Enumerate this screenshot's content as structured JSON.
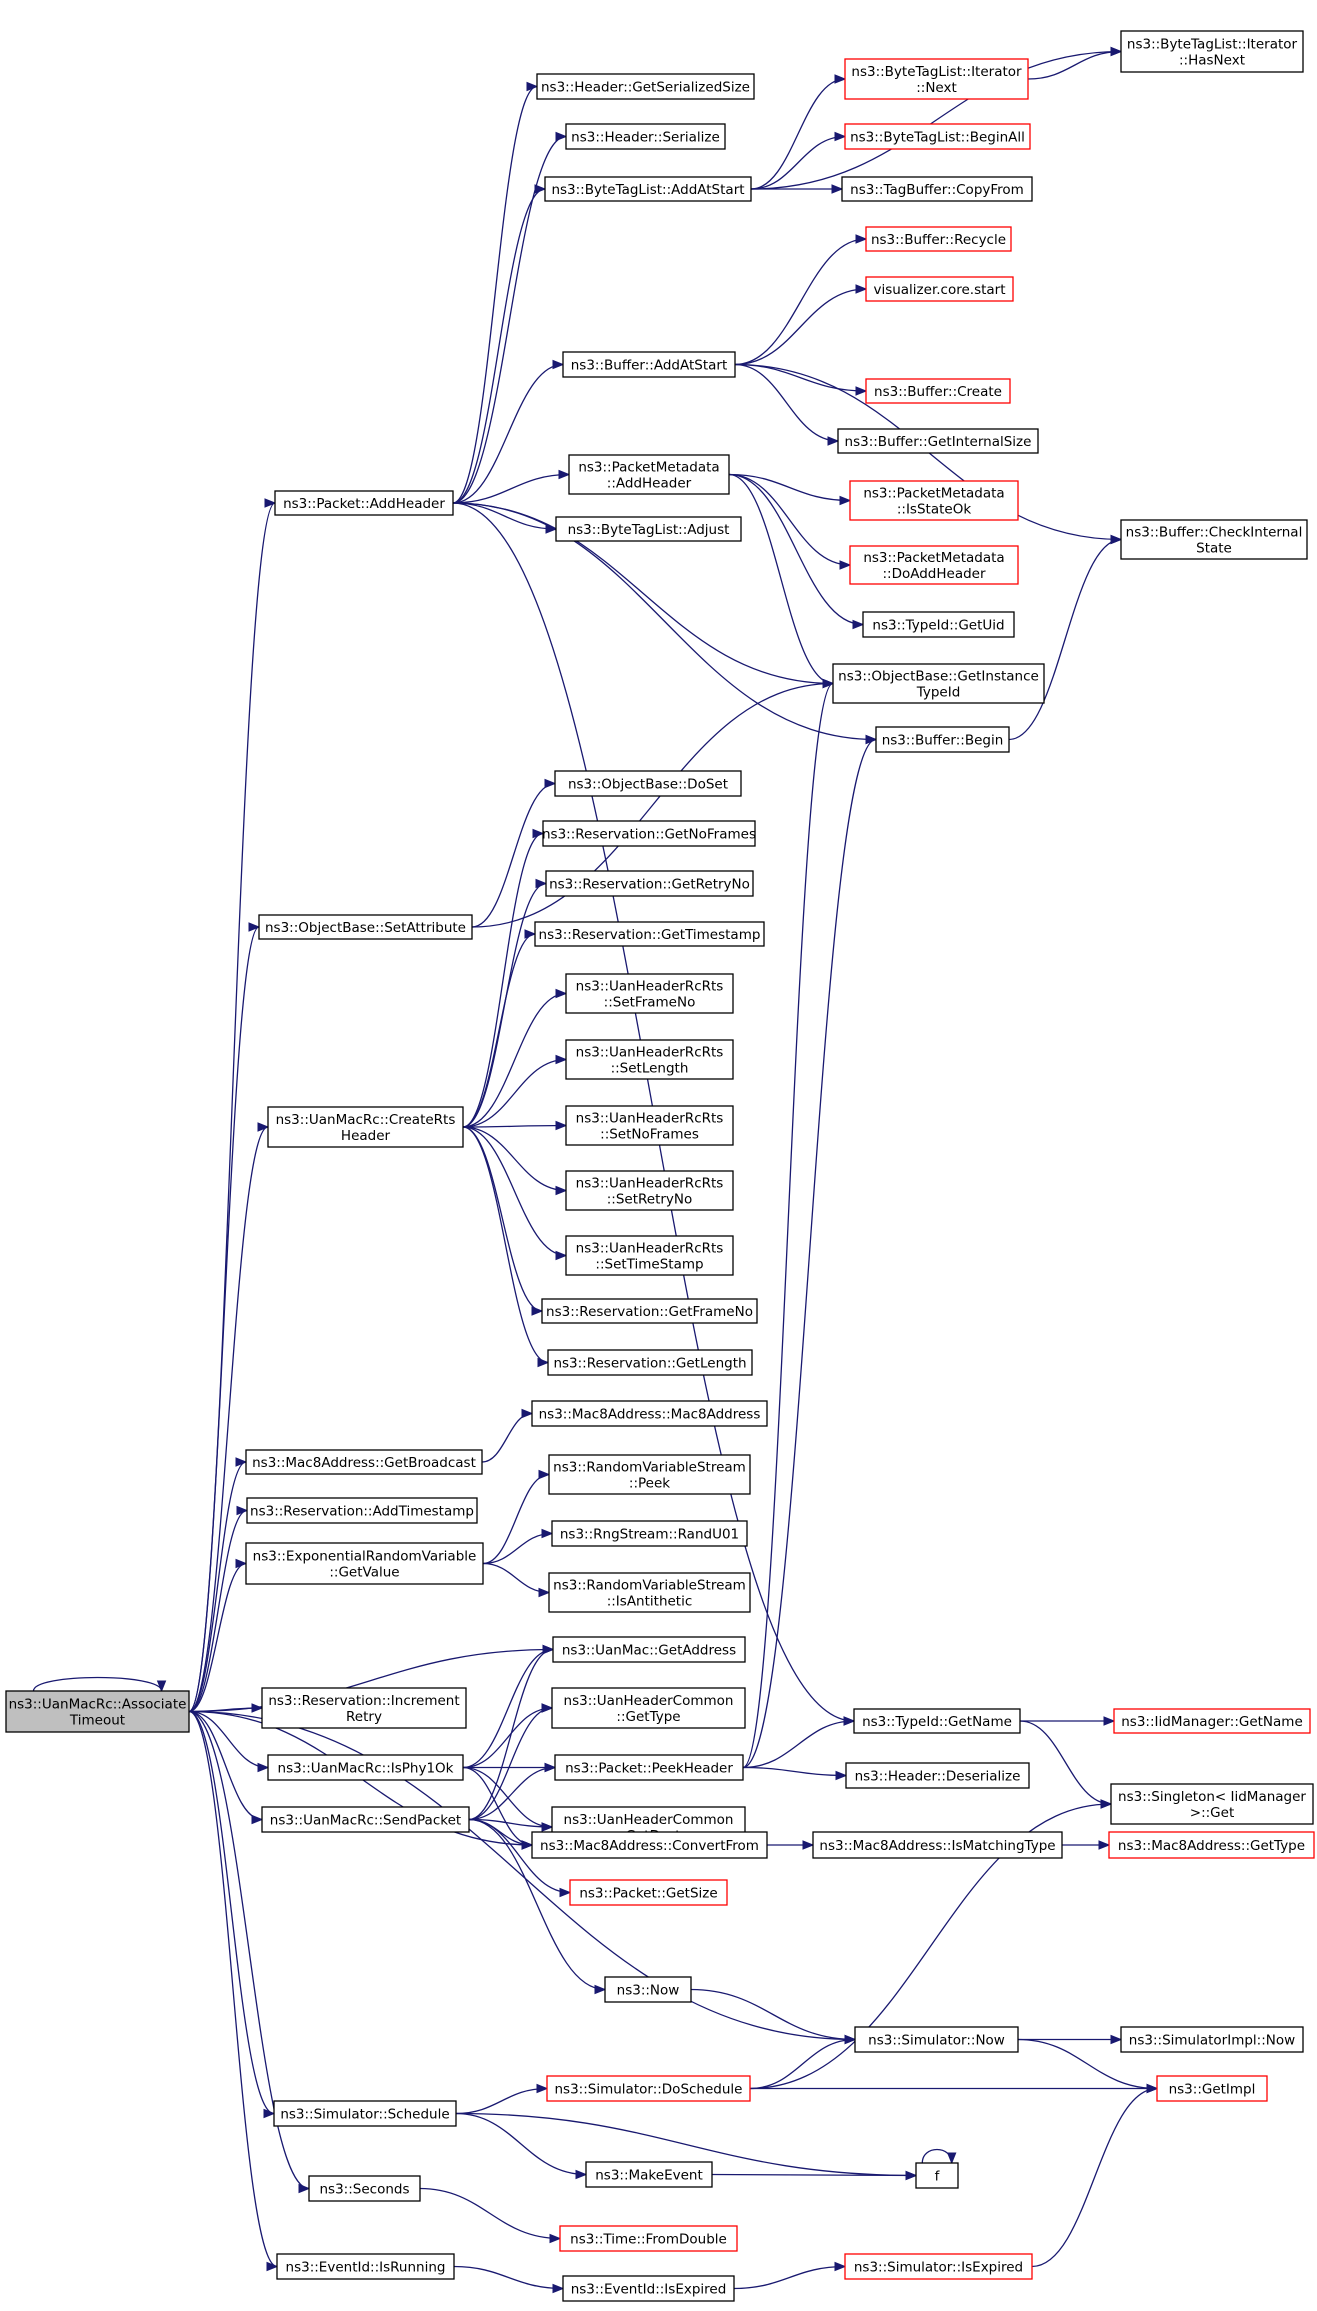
{
  "nodes": [
    {
      "id": "root",
      "lines": [
        "ns3::UanMacRc::Associate",
        "Timeout"
      ],
      "root": true
    },
    {
      "id": "addheader",
      "lines": [
        "ns3::Packet::AddHeader"
      ]
    },
    {
      "id": "getsersize",
      "lines": [
        "ns3::Header::GetSerializedSize"
      ]
    },
    {
      "id": "hserialize",
      "lines": [
        "ns3::Header::Serialize"
      ]
    },
    {
      "id": "btl_addatstart",
      "lines": [
        "ns3::ByteTagList::AddAtStart"
      ]
    },
    {
      "id": "btl_it_next",
      "lines": [
        "ns3::ByteTagList::Iterator",
        "::Next"
      ],
      "red": true
    },
    {
      "id": "btl_it_hasnext",
      "lines": [
        "ns3::ByteTagList::Iterator",
        "::HasNext"
      ]
    },
    {
      "id": "btl_beginall",
      "lines": [
        "ns3::ByteTagList::BeginAll"
      ],
      "red": true
    },
    {
      "id": "tagbuf_copyfrom",
      "lines": [
        "ns3::TagBuffer::CopyFrom"
      ]
    },
    {
      "id": "buf_recycle",
      "lines": [
        "ns3::Buffer::Recycle"
      ],
      "red": true
    },
    {
      "id": "viz_start",
      "lines": [
        "visualizer.core.start"
      ],
      "red": true
    },
    {
      "id": "buf_addatstart",
      "lines": [
        "ns3::Buffer::AddAtStart"
      ]
    },
    {
      "id": "buf_create",
      "lines": [
        "ns3::Buffer::Create"
      ],
      "red": true
    },
    {
      "id": "buf_getinternalsize",
      "lines": [
        "ns3::Buffer::GetInternalSize"
      ]
    },
    {
      "id": "buf_checkinternal",
      "lines": [
        "ns3::Buffer::CheckInternal",
        "State"
      ]
    },
    {
      "id": "pm_addheader",
      "lines": [
        "ns3::PacketMetadata",
        "::AddHeader"
      ]
    },
    {
      "id": "pm_isstateok",
      "lines": [
        "ns3::PacketMetadata",
        "::IsStateOk"
      ],
      "red": true
    },
    {
      "id": "pm_doaddheader",
      "lines": [
        "ns3::PacketMetadata",
        "::DoAddHeader"
      ],
      "red": true
    },
    {
      "id": "btl_adjust",
      "lines": [
        "ns3::ByteTagList::Adjust"
      ]
    },
    {
      "id": "typeid_getuid",
      "lines": [
        "ns3::TypeId::GetUid"
      ]
    },
    {
      "id": "ob_getinstancetypeid",
      "lines": [
        "ns3::ObjectBase::GetInstance",
        "TypeId"
      ]
    },
    {
      "id": "buf_begin",
      "lines": [
        "ns3::Buffer::Begin"
      ]
    },
    {
      "id": "res_addtimestamp",
      "lines": [
        "ns3::Reservation::AddTimestamp"
      ]
    },
    {
      "id": "ob_setattribute",
      "lines": [
        "ns3::ObjectBase::SetAttribute"
      ]
    },
    {
      "id": "ob_doset",
      "lines": [
        "ns3::ObjectBase::DoSet"
      ]
    },
    {
      "id": "res_getnoframes",
      "lines": [
        "ns3::Reservation::GetNoFrames"
      ]
    },
    {
      "id": "res_getretryno",
      "lines": [
        "ns3::Reservation::GetRetryNo"
      ]
    },
    {
      "id": "res_gettimestamp",
      "lines": [
        "ns3::Reservation::GetTimestamp"
      ]
    },
    {
      "id": "createrts",
      "lines": [
        "ns3::UanMacRc::CreateRts",
        "Header"
      ]
    },
    {
      "id": "hrts_setframeno",
      "lines": [
        "ns3::UanHeaderRcRts",
        "::SetFrameNo"
      ]
    },
    {
      "id": "hrts_setlength",
      "lines": [
        "ns3::UanHeaderRcRts",
        "::SetLength"
      ]
    },
    {
      "id": "hrts_setnoframes",
      "lines": [
        "ns3::UanHeaderRcRts",
        "::SetNoFrames"
      ]
    },
    {
      "id": "hrts_setretryno",
      "lines": [
        "ns3::UanHeaderRcRts",
        "::SetRetryNo"
      ]
    },
    {
      "id": "hrts_settimestamp",
      "lines": [
        "ns3::UanHeaderRcRts",
        "::SetTimeStamp"
      ]
    },
    {
      "id": "res_getframeno",
      "lines": [
        "ns3::Reservation::GetFrameNo"
      ]
    },
    {
      "id": "res_getlength",
      "lines": [
        "ns3::Reservation::GetLength"
      ]
    },
    {
      "id": "mac8_ctor",
      "lines": [
        "ns3::Mac8Address::Mac8Address"
      ]
    },
    {
      "id": "mac8_getbroadcast",
      "lines": [
        "ns3::Mac8Address::GetBroadcast"
      ]
    },
    {
      "id": "rvs_peek",
      "lines": [
        "ns3::RandomVariableStream",
        "::Peek"
      ]
    },
    {
      "id": "exprv_getvalue",
      "lines": [
        "ns3::ExponentialRandomVariable",
        "::GetValue"
      ]
    },
    {
      "id": "rng_randu01",
      "lines": [
        "ns3::RngStream::RandU01"
      ]
    },
    {
      "id": "rvs_isantithetic",
      "lines": [
        "ns3::RandomVariableStream",
        "::IsAntithetic"
      ]
    },
    {
      "id": "uanmac_getaddress",
      "lines": [
        "ns3::UanMac::GetAddress"
      ]
    },
    {
      "id": "res_incretry",
      "lines": [
        "ns3::Reservation::Increment",
        "Retry"
      ]
    },
    {
      "id": "hc_gettype",
      "lines": [
        "ns3::UanHeaderCommon",
        "::GetType"
      ]
    },
    {
      "id": "typeid_getname",
      "lines": [
        "ns3::TypeId::GetName"
      ]
    },
    {
      "id": "iid_getname",
      "lines": [
        "ns3::IidManager::GetName"
      ],
      "red": true
    },
    {
      "id": "isphy1ok",
      "lines": [
        "ns3::UanMacRc::IsPhy1Ok"
      ]
    },
    {
      "id": "peekheader",
      "lines": [
        "ns3::Packet::PeekHeader"
      ]
    },
    {
      "id": "h_deserialize",
      "lines": [
        "ns3::Header::Deserialize"
      ]
    },
    {
      "id": "singleton_get",
      "lines": [
        "ns3::Singleton< IidManager",
        ">::Get"
      ]
    },
    {
      "id": "sendpacket",
      "lines": [
        "ns3::UanMacRc::SendPacket"
      ]
    },
    {
      "id": "hc_getdest",
      "lines": [
        "ns3::UanHeaderCommon",
        "::GetDest"
      ]
    },
    {
      "id": "mac8_convertfrom",
      "lines": [
        "ns3::Mac8Address::ConvertFrom"
      ]
    },
    {
      "id": "mac8_ismatching",
      "lines": [
        "ns3::Mac8Address::IsMatchingType"
      ]
    },
    {
      "id": "mac8_gettype",
      "lines": [
        "ns3::Mac8Address::GetType"
      ],
      "red": true
    },
    {
      "id": "pkt_getsize",
      "lines": [
        "ns3::Packet::GetSize"
      ],
      "red": true
    },
    {
      "id": "ns3_now",
      "lines": [
        "ns3::Now"
      ]
    },
    {
      "id": "sim_now",
      "lines": [
        "ns3::Simulator::Now"
      ]
    },
    {
      "id": "simimpl_now",
      "lines": [
        "ns3::SimulatorImpl::Now"
      ]
    },
    {
      "id": "sim_schedule",
      "lines": [
        "ns3::Simulator::Schedule"
      ]
    },
    {
      "id": "sim_doschedule",
      "lines": [
        "ns3::Simulator::DoSchedule"
      ],
      "red": true
    },
    {
      "id": "getimpl",
      "lines": [
        "ns3::GetImpl"
      ],
      "red": true
    },
    {
      "id": "makeevent",
      "lines": [
        "ns3::MakeEvent"
      ]
    },
    {
      "id": "f",
      "lines": [
        "f"
      ]
    },
    {
      "id": "seconds",
      "lines": [
        "ns3::Seconds"
      ]
    },
    {
      "id": "time_fromdouble",
      "lines": [
        "ns3::Time::FromDouble"
      ],
      "red": true
    },
    {
      "id": "eid_isrunning",
      "lines": [
        "ns3::EventId::IsRunning"
      ]
    },
    {
      "id": "eid_isexpired",
      "lines": [
        "ns3::EventId::IsExpired"
      ]
    },
    {
      "id": "sim_isexpired",
      "lines": [
        "ns3::Simulator::IsExpired"
      ],
      "red": true
    }
  ],
  "edges": [
    [
      "root",
      "root"
    ],
    [
      "root",
      "addheader"
    ],
    [
      "root",
      "res_addtimestamp"
    ],
    [
      "root",
      "ob_setattribute"
    ],
    [
      "root",
      "createrts"
    ],
    [
      "root",
      "mac8_getbroadcast"
    ],
    [
      "root",
      "exprv_getvalue"
    ],
    [
      "root",
      "uanmac_getaddress"
    ],
    [
      "root",
      "res_incretry"
    ],
    [
      "root",
      "isphy1ok"
    ],
    [
      "root",
      "sendpacket"
    ],
    [
      "root",
      "mac8_convertfrom"
    ],
    [
      "root",
      "sim_now"
    ],
    [
      "root",
      "sim_schedule"
    ],
    [
      "root",
      "seconds"
    ],
    [
      "root",
      "eid_isrunning"
    ],
    [
      "addheader",
      "getsersize"
    ],
    [
      "addheader",
      "hserialize"
    ],
    [
      "addheader",
      "btl_addatstart"
    ],
    [
      "addheader",
      "buf_addatstart"
    ],
    [
      "addheader",
      "pm_addheader"
    ],
    [
      "addheader",
      "btl_adjust"
    ],
    [
      "addheader",
      "ob_getinstancetypeid"
    ],
    [
      "addheader",
      "buf_begin"
    ],
    [
      "addheader",
      "typeid_getname"
    ],
    [
      "btl_addatstart",
      "btl_it_hasnext"
    ],
    [
      "btl_addatstart",
      "btl_it_next"
    ],
    [
      "btl_addatstart",
      "btl_beginall"
    ],
    [
      "btl_addatstart",
      "tagbuf_copyfrom"
    ],
    [
      "btl_it_next",
      "btl_it_hasnext"
    ],
    [
      "buf_addatstart",
      "buf_recycle"
    ],
    [
      "buf_addatstart",
      "viz_start"
    ],
    [
      "buf_addatstart",
      "buf_checkinternal"
    ],
    [
      "buf_addatstart",
      "buf_create"
    ],
    [
      "buf_addatstart",
      "buf_getinternalsize"
    ],
    [
      "pm_addheader",
      "pm_isstateok"
    ],
    [
      "pm_addheader",
      "pm_doaddheader"
    ],
    [
      "pm_addheader",
      "typeid_getuid"
    ],
    [
      "pm_addheader",
      "ob_getinstancetypeid"
    ],
    [
      "buf_begin",
      "buf_checkinternal"
    ],
    [
      "ob_setattribute",
      "ob_getinstancetypeid"
    ],
    [
      "ob_setattribute",
      "ob_doset"
    ],
    [
      "createrts",
      "res_getnoframes"
    ],
    [
      "createrts",
      "res_getretryno"
    ],
    [
      "createrts",
      "res_gettimestamp"
    ],
    [
      "createrts",
      "hrts_setframeno"
    ],
    [
      "createrts",
      "hrts_setlength"
    ],
    [
      "createrts",
      "hrts_setnoframes"
    ],
    [
      "createrts",
      "hrts_setretryno"
    ],
    [
      "createrts",
      "hrts_settimestamp"
    ],
    [
      "createrts",
      "res_getframeno"
    ],
    [
      "createrts",
      "res_getlength"
    ],
    [
      "mac8_getbroadcast",
      "mac8_ctor"
    ],
    [
      "exprv_getvalue",
      "rvs_peek"
    ],
    [
      "exprv_getvalue",
      "rng_randu01"
    ],
    [
      "exprv_getvalue",
      "rvs_isantithetic"
    ],
    [
      "isphy1ok",
      "uanmac_getaddress"
    ],
    [
      "isphy1ok",
      "hc_gettype"
    ],
    [
      "isphy1ok",
      "peekheader"
    ],
    [
      "isphy1ok",
      "hc_getdest"
    ],
    [
      "isphy1ok",
      "mac8_convertfrom"
    ],
    [
      "sendpacket",
      "uanmac_getaddress"
    ],
    [
      "sendpacket",
      "hc_gettype"
    ],
    [
      "sendpacket",
      "peekheader"
    ],
    [
      "sendpacket",
      "hc_getdest"
    ],
    [
      "sendpacket",
      "mac8_convertfrom"
    ],
    [
      "sendpacket",
      "pkt_getsize"
    ],
    [
      "sendpacket",
      "ns3_now"
    ],
    [
      "peekheader",
      "ob_getinstancetypeid"
    ],
    [
      "peekheader",
      "buf_begin"
    ],
    [
      "peekheader",
      "typeid_getname"
    ],
    [
      "peekheader",
      "h_deserialize"
    ],
    [
      "typeid_getname",
      "iid_getname"
    ],
    [
      "typeid_getname",
      "singleton_get"
    ],
    [
      "mac8_convertfrom",
      "mac8_ismatching"
    ],
    [
      "mac8_ismatching",
      "mac8_gettype"
    ],
    [
      "ns3_now",
      "sim_now"
    ],
    [
      "sim_now",
      "simimpl_now"
    ],
    [
      "sim_now",
      "getimpl"
    ],
    [
      "sim_schedule",
      "sim_doschedule"
    ],
    [
      "sim_schedule",
      "makeevent"
    ],
    [
      "sim_schedule",
      "f"
    ],
    [
      "sim_doschedule",
      "singleton_get"
    ],
    [
      "sim_doschedule",
      "sim_now"
    ],
    [
      "sim_doschedule",
      "getimpl"
    ],
    [
      "makeevent",
      "f"
    ],
    [
      "f",
      "f"
    ],
    [
      "seconds",
      "time_fromdouble"
    ],
    [
      "eid_isrunning",
      "eid_isexpired"
    ],
    [
      "eid_isexpired",
      "sim_isexpired"
    ],
    [
      "sim_isexpired",
      "getimpl"
    ]
  ]
}
